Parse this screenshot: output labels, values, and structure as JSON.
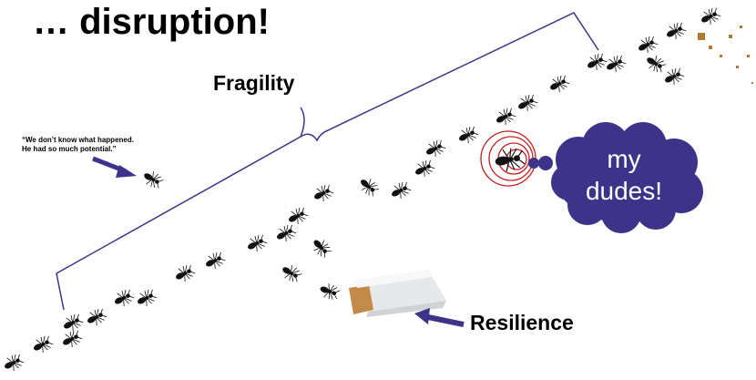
{
  "slide": {
    "title": "… disruption!",
    "labels": {
      "fragility": "Fragility",
      "resilience": "Resilience"
    },
    "quote": {
      "line1": "“We don’t know what happened.",
      "line2": "He had so much potential.”"
    },
    "speech_bubble": {
      "line1": "my",
      "line2": "dudes!"
    },
    "colors": {
      "arrow": "#3d3388",
      "cloud": "#3d3388",
      "bracket": "#3d3388",
      "rings": "#c41e1e",
      "ants": "#111111",
      "title_text": "#000000",
      "cloud_text": "#ffffff"
    }
  }
}
